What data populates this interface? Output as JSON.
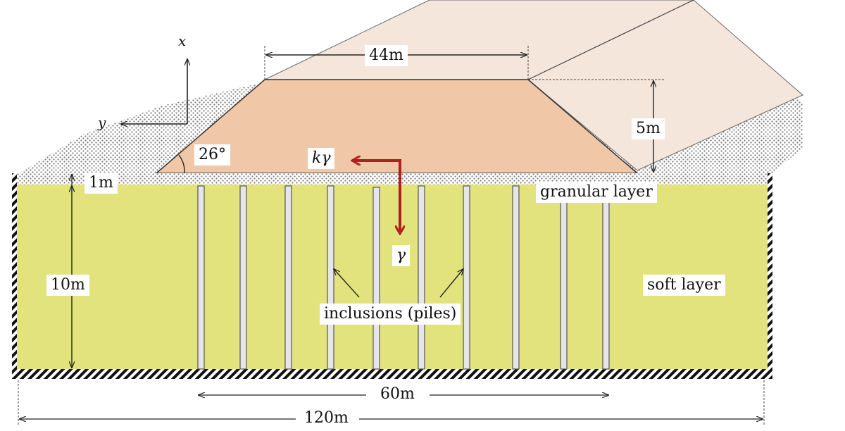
{
  "labels": {
    "crest_width": "44m",
    "height": "5m",
    "slope_angle": "26°",
    "granular_thickness": "1m",
    "soft_thickness": "10m",
    "granular_layer": "granular layer",
    "soft_layer": "soft layer",
    "inclusions": "inclusions (piles)",
    "pile_zone_width": "60m",
    "total_width": "120m",
    "horizontal_load": "kγ",
    "vertical_load": "γ",
    "axis_x": "x",
    "axis_y": "y"
  },
  "colors": {
    "embankment_front": "#f0c8a8",
    "embankment_back": "#f5e6dc",
    "soft_layer": "#e3e37e",
    "granular": "#d8d8d8",
    "load_arrow": "#b0201e",
    "pile": "#e6e6e6"
  },
  "pile_count": 10
}
